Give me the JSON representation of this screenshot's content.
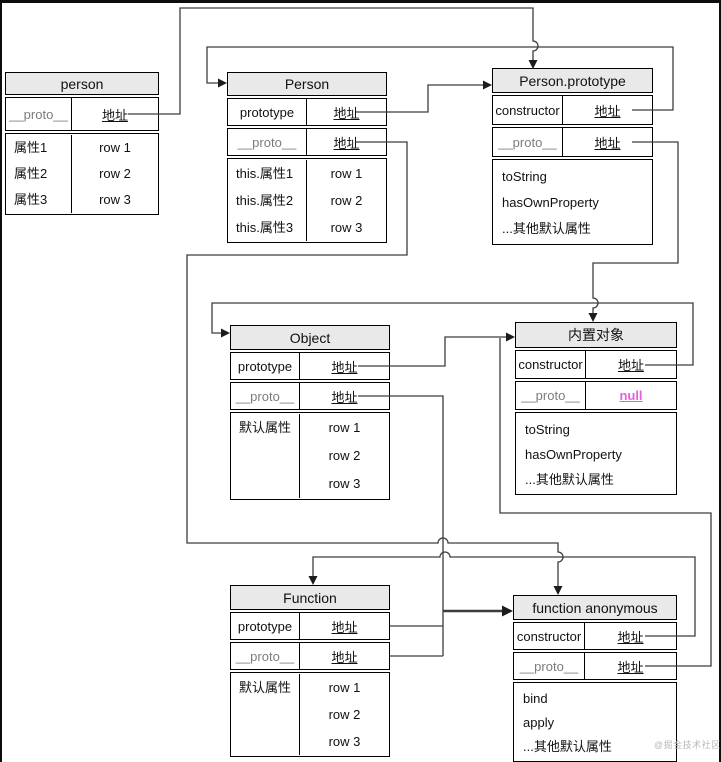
{
  "diagram": {
    "watermark": "@掘金技术社区",
    "colors": {
      "header_bg": "#e9e9e9",
      "null_value": "#e75fe0",
      "wire": "#3d3d3d"
    },
    "tables": [
      {
        "name": "person",
        "title": "person",
        "rows": [
          {
            "key": "__proto__",
            "value": "地址",
            "muted": true,
            "addr": true
          }
        ],
        "section": {
          "type": "kv",
          "items": [
            [
              "属性1",
              "row 1"
            ],
            [
              "属性2",
              "row 2"
            ],
            [
              "属性3",
              "row 3"
            ]
          ]
        }
      },
      {
        "name": "Person",
        "title": "Person",
        "rows": [
          {
            "key": "prototype",
            "value": "地址",
            "addr": true
          },
          {
            "key": "__proto__",
            "value": "地址",
            "muted": true,
            "addr": true
          }
        ],
        "section": {
          "type": "kv",
          "items": [
            [
              "this.属性1",
              "row 1"
            ],
            [
              "this.属性2",
              "row 2"
            ],
            [
              "this.属性3",
              "row 3"
            ]
          ]
        }
      },
      {
        "name": "Person.prototype",
        "title": "Person.prototype",
        "rows": [
          {
            "key": "constructor",
            "value": "地址",
            "addr": true
          },
          {
            "key": "__proto__",
            "value": "地址",
            "muted": true,
            "addr": true
          }
        ],
        "section": {
          "type": "list",
          "items": [
            "toString",
            "hasOwnProperty",
            "...其他默认属性"
          ]
        }
      },
      {
        "name": "Object",
        "title": "Object",
        "rows": [
          {
            "key": "prototype",
            "value": "地址",
            "addr": true
          },
          {
            "key": "__proto__",
            "value": "地址",
            "muted": true,
            "addr": true
          }
        ],
        "section": {
          "type": "kv-span",
          "label": "默认属性",
          "items": [
            "row 1",
            "row 2",
            "row 3"
          ]
        }
      },
      {
        "name": "内置对象",
        "title": "内置对象",
        "rows": [
          {
            "key": "constructor",
            "value": "地址",
            "addr": true
          },
          {
            "key": "__proto__",
            "value": "null",
            "muted": true,
            "null": true
          }
        ],
        "section": {
          "type": "list",
          "items": [
            "toString",
            "hasOwnProperty",
            "...其他默认属性"
          ]
        }
      },
      {
        "name": "Function",
        "title": "Function",
        "rows": [
          {
            "key": "prototype",
            "value": "地址",
            "addr": true
          },
          {
            "key": "__proto__",
            "value": "地址",
            "muted": true,
            "addr": true
          }
        ],
        "section": {
          "type": "kv-span",
          "label": "默认属性",
          "items": [
            "row 1",
            "row 2",
            "row 3"
          ]
        }
      },
      {
        "name": "function anonymous",
        "title": "function anonymous",
        "rows": [
          {
            "key": "constructor",
            "value": "地址",
            "addr": true
          },
          {
            "key": "__proto__",
            "value": "地址",
            "muted": true,
            "addr": true
          }
        ],
        "section": {
          "type": "list",
          "items": [
            "bind",
            "apply",
            "...其他默认属性"
          ]
        }
      }
    ],
    "edges": [
      {
        "from": "person.__proto__",
        "to": "Person.prototype"
      },
      {
        "from": "Person.prototype(row)",
        "to": "Person.prototype"
      },
      {
        "from": "Person.prototype.constructor",
        "to": "Person"
      },
      {
        "from": "Person.__proto__",
        "to": "function anonymous"
      },
      {
        "from": "Person.prototype.__proto__",
        "to": "内置对象"
      },
      {
        "from": "Object.prototype",
        "to": "内置对象"
      },
      {
        "from": "内置对象.constructor",
        "to": "Object"
      },
      {
        "from": "Object.__proto__",
        "to": "function anonymous"
      },
      {
        "from": "Function.prototype",
        "to": "function anonymous"
      },
      {
        "from": "Function.__proto__",
        "to": "function anonymous"
      },
      {
        "from": "function anonymous.constructor",
        "to": "Function"
      },
      {
        "from": "function anonymous.__proto__",
        "to": "内置对象"
      }
    ]
  }
}
